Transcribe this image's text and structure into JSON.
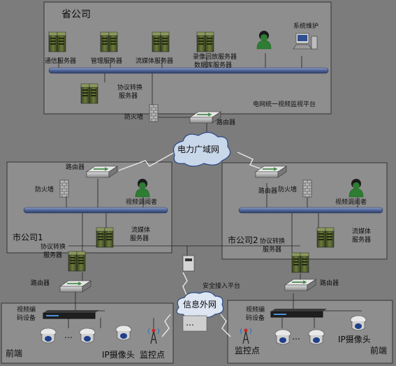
{
  "province": {
    "title": "省公司",
    "servers": {
      "comm": "通信服务器",
      "mgmt": "管理服务器",
      "stream": "流媒体服务器",
      "record_1": "录像回放服务器",
      "record_2": "数据库服务器",
      "protocol_1": "协议转换",
      "protocol_2": "服务器"
    },
    "maintenance": "系统维护",
    "platform": "电网统一视频监视平台",
    "firewall": "防火墙",
    "router": "路由器"
  },
  "network": {
    "power_wan": "电力广域网",
    "info_extranet": "信息外网",
    "secure_access": "安全接入平台",
    "ellipsis": "…"
  },
  "city1": {
    "title": "市公司1",
    "router": "路由器",
    "firewall": "防火墙",
    "dispatcher": "视频调阅者",
    "stream_1": "流媒体",
    "stream_2": "服务器",
    "protocol_1": "协议转换",
    "protocol_2": "服务器"
  },
  "city2": {
    "title": "市公司2",
    "router": "路由器",
    "firewall": "防火墙",
    "dispatcher": "视频调阅者",
    "stream_1": "流媒体",
    "stream_2": "服务器",
    "protocol_1": "协议转换",
    "protocol_2": "服务器"
  },
  "front_left": {
    "router": "路由器",
    "encoder_1": "视频编",
    "encoder_2": "码设备",
    "ellipsis": "…",
    "camera": "IP摄像头",
    "monitor": "监控点",
    "title": "前端"
  },
  "front_right": {
    "router": "路由器",
    "encoder_1": "视频编",
    "encoder_2": "码设备",
    "ellipsis": "…",
    "camera": "IP摄像头",
    "monitor": "监控点",
    "title": "前端"
  },
  "colors": {
    "background": "#7c7c7c",
    "panel": "#8e8e8e",
    "bus": "#5b6fa0",
    "server": "#4b5a2a",
    "user": "#2e7d32"
  }
}
